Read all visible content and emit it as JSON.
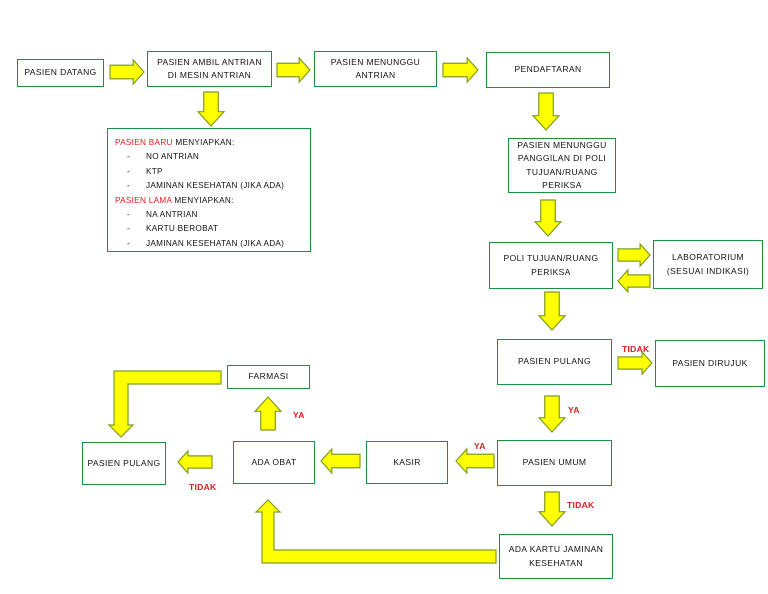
{
  "nodes": {
    "pasien_datang": "PASIEN DATANG",
    "ambil_antrian": "PASIEN AMBIL ANTRIAN DI MESIN ANTRIAN",
    "menunggu_antrian": "PASIEN MENUNGGU ANTRIAN",
    "pendaftaran": "PENDAFTARAN",
    "menunggu_panggilan": "PASIEN MENUNGGU PANGGILAN DI POLI TUJUAN/RUANG PERIKSA",
    "poli": "POLI TUJUAN/RUANG PERIKSA",
    "laboratorium": "LABORATORIUM (SESUAI INDIKASI)",
    "pasien_pulang": "PASIEN PULANG",
    "pasien_dirujuk": "PASIEN DIRUJUK",
    "pasien_umum": "PASIEN UMUM",
    "kasir": "KASIR",
    "ada_obat": "ADA OBAT",
    "farmasi": "FARMASI",
    "pasien_pulang_2": "PASIEN PULANG",
    "ada_kartu": "ADA KARTU JAMINAN KESEHATAN"
  },
  "requirements": {
    "baru_label": "PASIEN BARU",
    "baru_suffix": " MENYIAPKAN:",
    "baru_items": [
      "NO ANTRIAN",
      "KTP",
      "JAMINAN KESEHATAN (JIKA ADA)"
    ],
    "lama_label": "PASIEN LAMA",
    "lama_suffix": " MENYIAPKAN:",
    "lama_items": [
      "NA ANTRIAN",
      "KARTU BEROBAT",
      "JAMINAN KESEHATAN (JIKA ADA)"
    ],
    "bullet": "-"
  },
  "labels": {
    "tidak_dirujuk": "TIDAK",
    "ya_umum": "YA",
    "ya_kasir": "YA",
    "ya_farmasi": "YA",
    "tidak_pulang": "TIDAK",
    "tidak_kartu": "TIDAK"
  },
  "colors": {
    "arrow_fill": "#ffff00",
    "arrow_stroke": "#7f9f20",
    "box_border": "#1e8f3c",
    "highlight_red": "#e8181e"
  }
}
